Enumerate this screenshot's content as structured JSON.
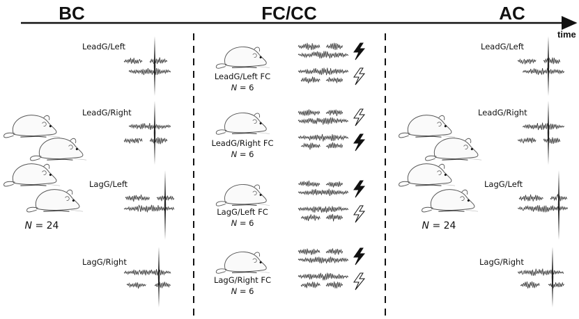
{
  "phases": {
    "bc": "BC",
    "fc": "FC/CC",
    "ac": "AC"
  },
  "time_label": "time",
  "bc_groups": [
    "LeadG/Left",
    "LeadG/Right",
    "LagG/Left",
    "LagG/Right"
  ],
  "ac_groups": [
    "LeadG/Left",
    "LeadG/Right",
    "LagG/Left",
    "LagG/Right"
  ],
  "fc_groups": [
    {
      "label": "LeadG/Left FC",
      "n_symbol": "N",
      "n_value": "= 6"
    },
    {
      "label": "LeadG/Right FC",
      "n_symbol": "N",
      "n_value": "= 6"
    },
    {
      "label": "LagG/Left FC",
      "n_symbol": "N",
      "n_value": "= 6"
    },
    {
      "label": "LagG/Right FC",
      "n_symbol": "N",
      "n_value": "= 6"
    }
  ],
  "total_n": {
    "symbol": "N",
    "value": "= 24"
  }
}
